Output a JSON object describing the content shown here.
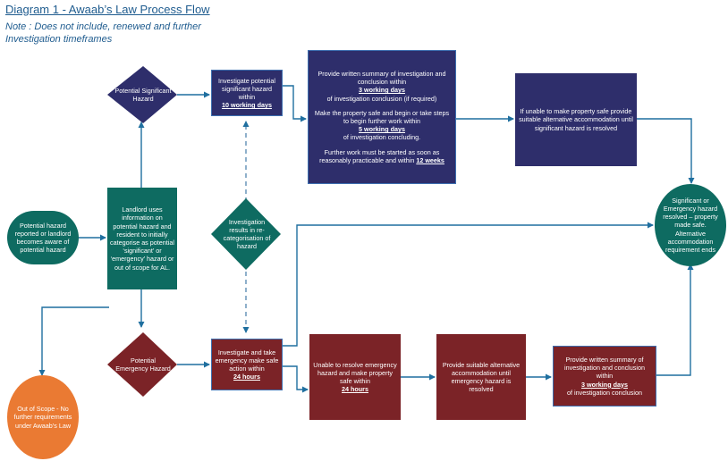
{
  "header": {
    "title": "Diagram 1 - Awaab’s Law Process Flow",
    "note": "Note : Does not include, renewed and further Investigation timeframes"
  },
  "nodes": {
    "potential_hazard": "Potential hazard reported or landlord becomes aware of potential hazard",
    "landlord_categorise": "Landlord uses information on potential hazard and resident to initially categorise as potential ‘significant’ or ‘emergency’ hazard or out of scope for AL.",
    "out_of_scope": "Out of Scope - No further requirements under Awaab’s Law",
    "potential_significant": "Potential Significant Hazard",
    "potential_emergency": "Potential Emergency Hazard",
    "investigation_results": "Investigation results in re-categorisation of hazard",
    "investigate_significant": {
      "line1": "Investigate potential significant hazard within",
      "deadline": "10 working days"
    },
    "written_summary_sig": {
      "line1": "Provide written summary of investigation and conclusion within",
      "deadline1": "3 working days",
      "line2": "of investigation conclusion (if required)",
      "line3": "Make the property safe and begin or take steps to begin further work within",
      "deadline2": "5 working days",
      "line4": "of investigation concluding.",
      "line5": "Further work must be started as soon as reasonably practicable and within",
      "deadline3": "12 weeks"
    },
    "unable_safe_sig": "If unable to make property safe provide suitable alternative accommodation until significant hazard is resolved",
    "resolved": "Significant or Emergency hazard resolved – property made safe. Alternative accommodation requirement ends",
    "investigate_emergency": {
      "line1": "Investigate and take emergency make safe action within",
      "deadline": "24 hours"
    },
    "unable_resolve_emergency": {
      "line1": "Unable to resolve emergency hazard and make property safe within",
      "deadline": "24 hours"
    },
    "alt_accommodation_emergency": "Provide suitable alternative accommodation until emergency hazard is resolved",
    "written_summary_emg": {
      "line1": "Provide written summary of investigation and conclusion within",
      "deadline": "3 working days",
      "line2": "of investigation conclusion"
    }
  },
  "colors": {
    "navy": "#2e2e6b",
    "teal": "#0e6b61",
    "red": "#7b2327",
    "orange": "#ea7a33",
    "arrow": "#1f6f9f",
    "title": "#1f5c8f"
  }
}
